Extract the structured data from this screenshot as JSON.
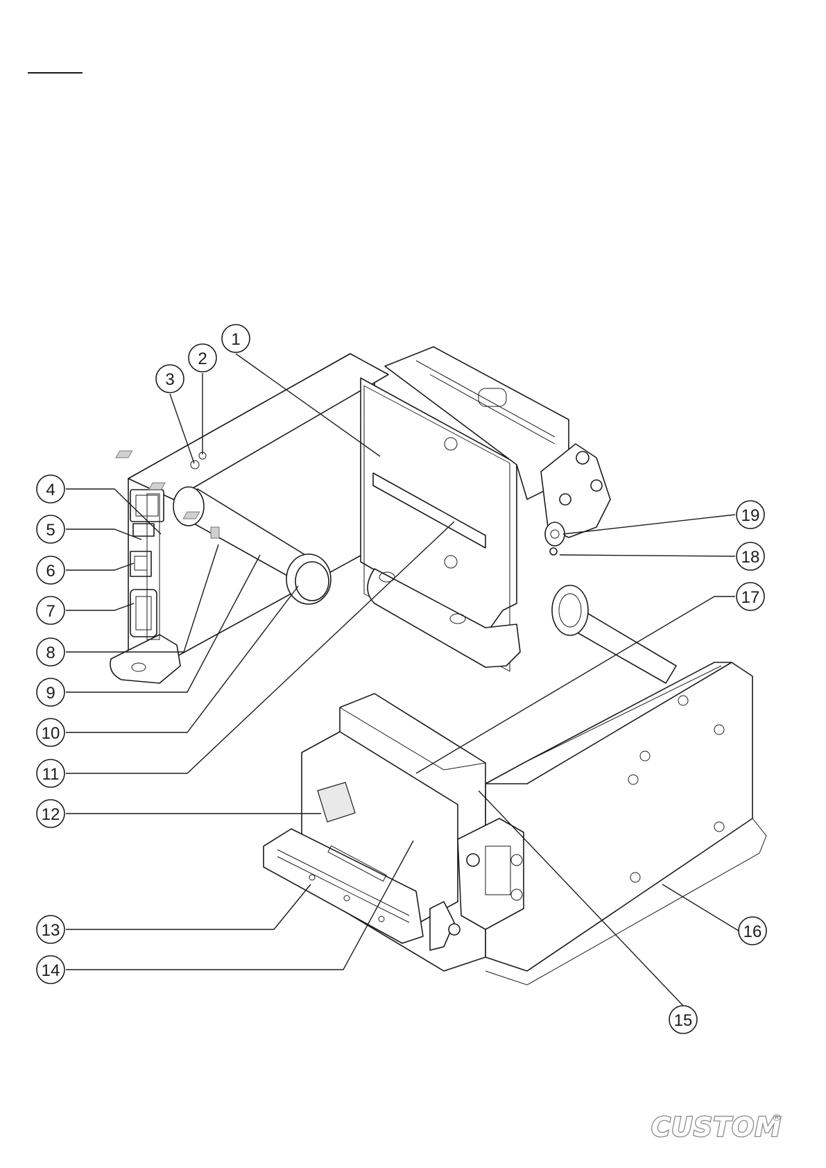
{
  "callouts": [
    {
      "number": "1"
    },
    {
      "number": "2"
    },
    {
      "number": "3"
    },
    {
      "number": "4"
    },
    {
      "number": "5"
    },
    {
      "number": "6"
    },
    {
      "number": "7"
    },
    {
      "number": "8"
    },
    {
      "number": "9"
    },
    {
      "number": "10"
    },
    {
      "number": "11"
    },
    {
      "number": "12"
    },
    {
      "number": "13"
    },
    {
      "number": "14"
    },
    {
      "number": "15"
    },
    {
      "number": "16"
    },
    {
      "number": "17"
    },
    {
      "number": "18"
    },
    {
      "number": "19"
    }
  ],
  "logo": {
    "text": "CUSTOM",
    "registered_mark": "®"
  }
}
